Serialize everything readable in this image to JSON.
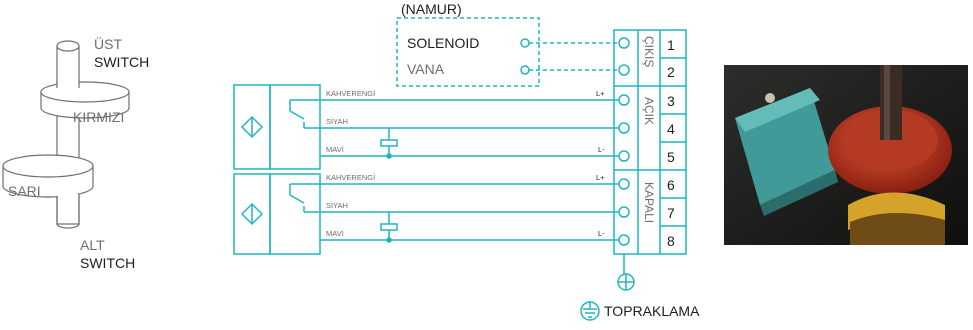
{
  "switch_figure": {
    "top_line1": "ÜST",
    "top_line2": "SWITCH",
    "red_label": "KIRMIZI",
    "yellow_label": "SARI",
    "bottom_line1": "ALT",
    "bottom_line2": "SWITCH"
  },
  "solenoid": {
    "header": "(NAMUR)",
    "line1": "SOLENOID",
    "line2": "VANA"
  },
  "sensor_upper": {
    "wire_brown": "KAHVERENGİ",
    "wire_black": "SİYAH",
    "wire_blue": "MAVİ",
    "l_plus": "L+",
    "l_minus": "L-"
  },
  "sensor_lower": {
    "wire_brown": "KAHVERENGİ",
    "wire_black": "SİYAH",
    "wire_blue": "MAVİ",
    "l_plus": "L+",
    "l_minus": "L-"
  },
  "terminal_block": {
    "group_out": "ÇIKIŞ",
    "group_open": "AÇIK",
    "group_closed": "KAPALI",
    "numbers": [
      "1",
      "2",
      "3",
      "4",
      "5",
      "6",
      "7",
      "8"
    ]
  },
  "ground": {
    "label": "TOPRAKLAMA"
  },
  "colors": {
    "line": "#1fb6c1",
    "text_dark": "#1e1e1e",
    "text_gray": "#6e6e6e",
    "sensor_black_wire": "#3a3a3a"
  }
}
